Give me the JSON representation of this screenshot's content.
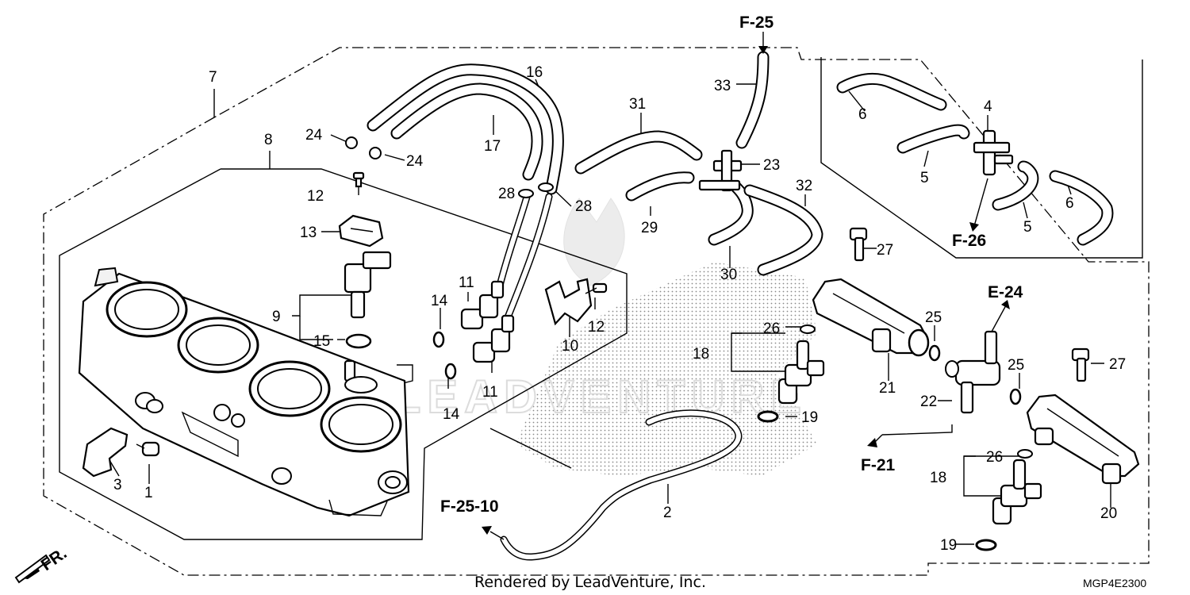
{
  "watermark": "LEADVENTURE",
  "footer": {
    "rendered_by": "Rendered by LeadVenture, Inc.",
    "diagram_code": "MGP4E2300",
    "front_label": "FR."
  },
  "references": {
    "f25": "F-25",
    "f26": "F-26",
    "e24": "E-24",
    "f21": "F-21",
    "f25_10": "F-25-10"
  },
  "callouts": {
    "c1": "1",
    "c2": "2",
    "c3": "3",
    "c4": "4",
    "c5a": "5",
    "c5b": "5",
    "c6a": "6",
    "c6b": "6",
    "c7": "7",
    "c8": "8",
    "c9": "9",
    "c10": "10",
    "c11a": "11",
    "c11b": "11",
    "c12a": "12",
    "c12b": "12",
    "c13": "13",
    "c14a": "14",
    "c14b": "14",
    "c15": "15",
    "c16": "16",
    "c17": "17",
    "c18a": "18",
    "c18b": "18",
    "c19a": "19",
    "c19b": "19",
    "c20": "20",
    "c21": "21",
    "c22": "22",
    "c23": "23",
    "c24a": "24",
    "c24b": "24",
    "c25a": "25",
    "c25b": "25",
    "c26a": "26",
    "c26b": "26",
    "c27a": "27",
    "c27b": "27",
    "c28a": "28",
    "c28b": "28",
    "c29": "29",
    "c30": "30",
    "c31": "31",
    "c32": "32",
    "c33": "33"
  }
}
